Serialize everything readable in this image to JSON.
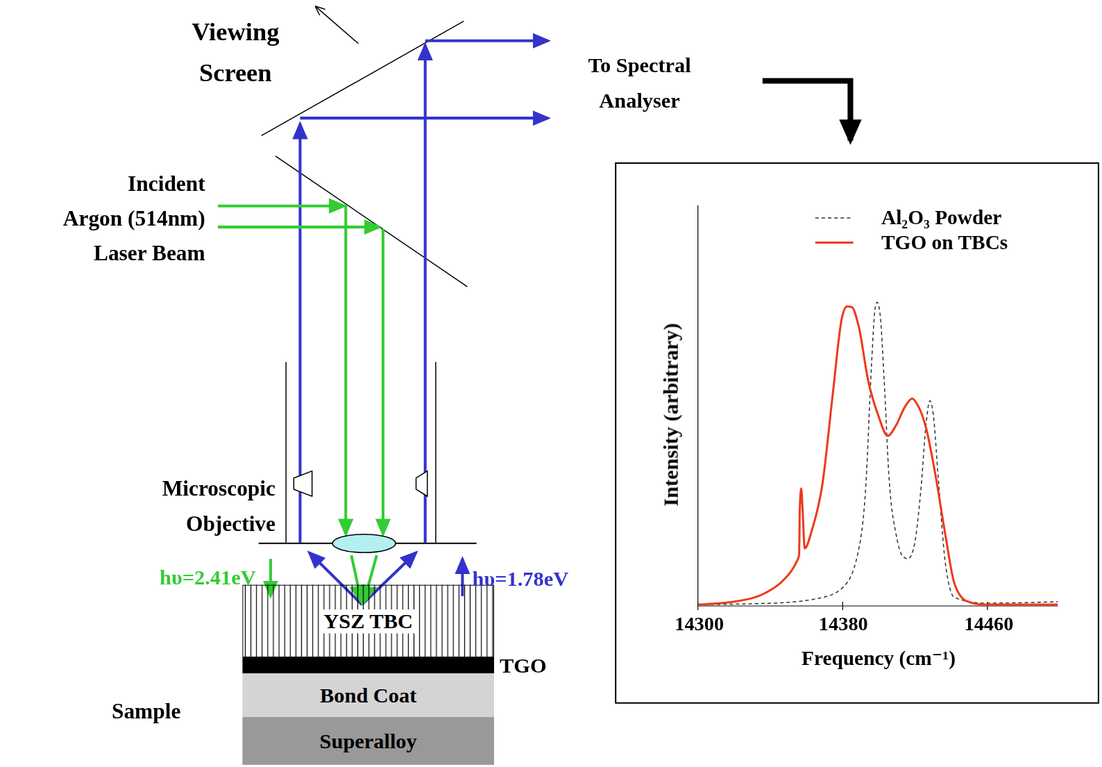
{
  "diagram": {
    "nodes": [
      {
        "text": [
          "YSZ TBC"
        ]
      },
      {
        "text": [
          "TGO"
        ]
      },
      {
        "text": [
          "Bond Coat"
        ]
      },
      {
        "text": [
          "Superalloy"
        ]
      }
    ],
    "labels": [
      "Viewing Screen",
      "To Spectral Analyser",
      "Incident Argon (514nm) Laser Beam",
      "Microscopic Objective",
      "hυ=2.41eV",
      "hυ=1.78eV",
      "Sample",
      "Intensity (arbitrary)",
      "14300",
      "14380",
      "14460",
      "Frequency (cm⁻¹)"
    ],
    "legend": [
      {
        "text": "Al₂O₃ Powder"
      },
      {
        "text": "TGO on TBCs"
      }
    ]
  }
}
